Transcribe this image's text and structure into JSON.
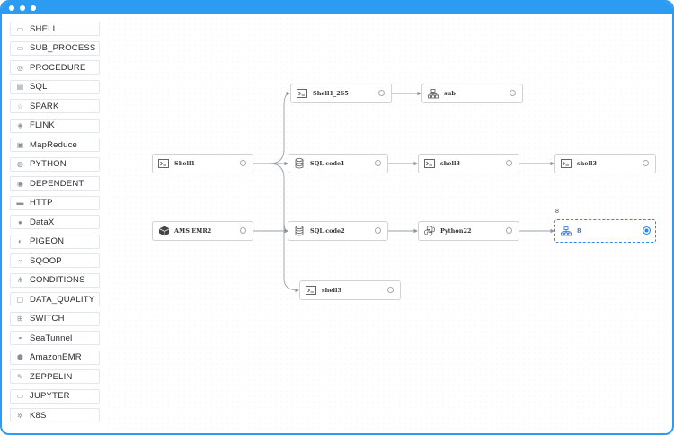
{
  "sidebar": {
    "items": [
      {
        "label": "SHELL",
        "icon": "terminal-icon"
      },
      {
        "label": "SUB_PROCESS",
        "icon": "subprocess-icon"
      },
      {
        "label": "PROCEDURE",
        "icon": "procedure-icon"
      },
      {
        "label": "SQL",
        "icon": "database-icon"
      },
      {
        "label": "SPARK",
        "icon": "spark-icon"
      },
      {
        "label": "FLINK",
        "icon": "flink-icon"
      },
      {
        "label": "MapReduce",
        "icon": "mapreduce-icon"
      },
      {
        "label": "PYTHON",
        "icon": "python-icon"
      },
      {
        "label": "DEPENDENT",
        "icon": "dependent-icon"
      },
      {
        "label": "HTTP",
        "icon": "http-icon"
      },
      {
        "label": "DataX",
        "icon": "datax-icon"
      },
      {
        "label": "PIGEON",
        "icon": "pigeon-icon"
      },
      {
        "label": "SQOOP",
        "icon": "sqoop-icon"
      },
      {
        "label": "CONDITIONS",
        "icon": "conditions-icon"
      },
      {
        "label": "DATA_QUALITY",
        "icon": "data-quality-icon"
      },
      {
        "label": "SWITCH",
        "icon": "switch-icon"
      },
      {
        "label": "SeaTunnel",
        "icon": "seatunnel-icon"
      },
      {
        "label": "AmazonEMR",
        "icon": "amazon-emr-icon"
      },
      {
        "label": "ZEPPELIN",
        "icon": "zeppelin-icon"
      },
      {
        "label": "JUPYTER",
        "icon": "jupyter-icon"
      },
      {
        "label": "K8S",
        "icon": "k8s-icon"
      }
    ]
  },
  "nodes": {
    "shell1": {
      "label": "Shell1",
      "icon": "terminal-icon"
    },
    "ams_emr2": {
      "label": "AMS EMR2",
      "icon": "amazon-emr-icon"
    },
    "shell1_265": {
      "label": "Shell1_265",
      "icon": "terminal-icon"
    },
    "sub": {
      "label": "sub",
      "icon": "subprocess-icon"
    },
    "sql_code1": {
      "label": "SQL code1",
      "icon": "database-icon"
    },
    "shell3_a": {
      "label": "shell3",
      "icon": "terminal-icon"
    },
    "shell3_b": {
      "label": "shell3",
      "icon": "terminal-icon"
    },
    "sql_code2": {
      "label": "SQL code2",
      "icon": "database-icon"
    },
    "python22": {
      "label": "Python22",
      "icon": "python-icon"
    },
    "node_8": {
      "label": "8",
      "icon": "subprocess-icon",
      "tag": "8"
    },
    "shell3_c": {
      "label": "shell3",
      "icon": "terminal-icon"
    }
  },
  "colors": {
    "accent": "#2b9cf2",
    "selected": "#2b86f0"
  }
}
